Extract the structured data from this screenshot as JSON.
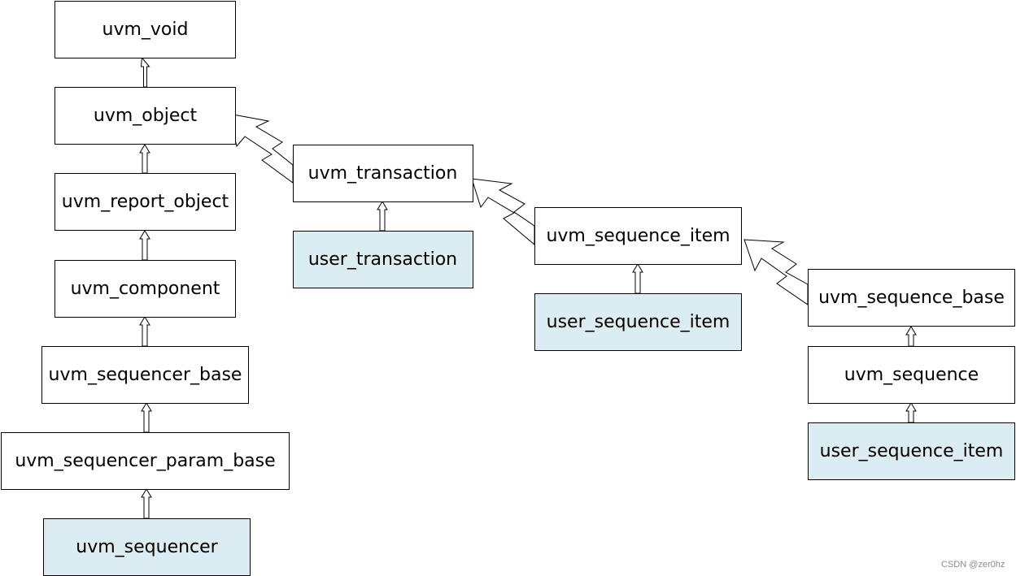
{
  "colors": {
    "highlight_fill": "#DBECF2",
    "plain_fill": "#FFFFFF",
    "stroke": "#000000"
  },
  "nodes": {
    "uvm_void": "uvm_void",
    "uvm_object": "uvm_object",
    "uvm_report_object": "uvm_report_object",
    "uvm_component": "uvm_component",
    "uvm_sequencer_base": "uvm_sequencer_base",
    "uvm_sequencer_param_base": "uvm_sequencer_param_base",
    "uvm_sequencer": "uvm_sequencer",
    "uvm_transaction": "uvm_transaction",
    "user_transaction": "user_transaction",
    "uvm_sequence_item": "uvm_sequence_item",
    "user_sequence_item_1": "user_sequence_item",
    "uvm_sequence_base": "uvm_sequence_base",
    "uvm_sequence": "uvm_sequence",
    "user_sequence_item_2": "user_sequence_item"
  },
  "edges": [
    {
      "from": "uvm_object",
      "to": "uvm_void"
    },
    {
      "from": "uvm_report_object",
      "to": "uvm_object"
    },
    {
      "from": "uvm_component",
      "to": "uvm_report_object"
    },
    {
      "from": "uvm_sequencer_base",
      "to": "uvm_component"
    },
    {
      "from": "uvm_sequencer_param_base",
      "to": "uvm_sequencer_base"
    },
    {
      "from": "uvm_sequencer",
      "to": "uvm_sequencer_param_base"
    },
    {
      "from": "uvm_transaction",
      "to": "uvm_object"
    },
    {
      "from": "user_transaction",
      "to": "uvm_transaction"
    },
    {
      "from": "uvm_sequence_item",
      "to": "uvm_transaction"
    },
    {
      "from": "user_sequence_item_1",
      "to": "uvm_sequence_item"
    },
    {
      "from": "uvm_sequence_base",
      "to": "uvm_sequence_item"
    },
    {
      "from": "uvm_sequence",
      "to": "uvm_sequence_base"
    },
    {
      "from": "user_sequence_item_2",
      "to": "uvm_sequence"
    }
  ],
  "watermark": "CSDN @zer0hz"
}
